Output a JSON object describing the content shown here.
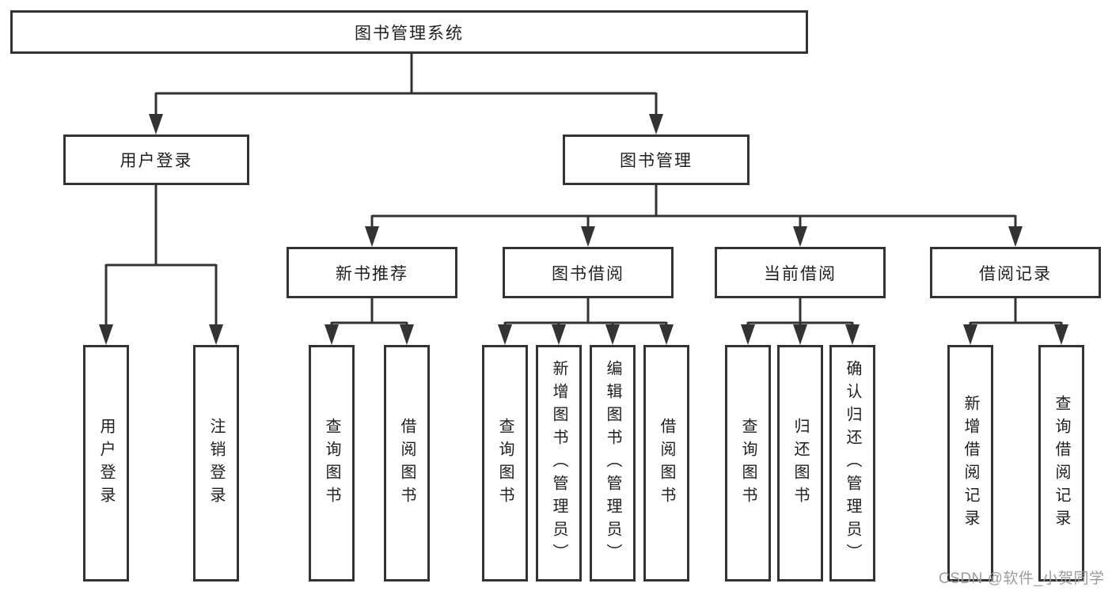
{
  "colors": {
    "line": "#333333",
    "box_border": "#333333",
    "text": "#1f1f1f",
    "watermark": "#9c9c9c",
    "background": "#ffffff"
  },
  "diagram": {
    "title": "图书管理系统",
    "nodes": {
      "user_login": "用户登录",
      "book_mgmt": "图书管理",
      "new_book_rec": "新书推荐",
      "book_borrow": "图书借阅",
      "current_borrow": "当前借阅",
      "borrow_records": "借阅记录",
      "leaf_user_login": "用户登录",
      "leaf_logout": "注销登录",
      "leaf_nb_query": "查询图书",
      "leaf_nb_borrow": "借阅图书",
      "leaf_bb_query": "查询图书",
      "leaf_bb_add": "新增图书（管理员）",
      "leaf_bb_edit": "编辑图书（管理员）",
      "leaf_bb_borrow": "借阅图书",
      "leaf_cb_query": "查询图书",
      "leaf_cb_return": "归还图书",
      "leaf_cb_confirm": "确认归还（管理员）",
      "leaf_br_add": "新增借阅记录",
      "leaf_br_query": "查询借阅记录"
    },
    "watermark": "CSDN @软件_小贺同学"
  }
}
